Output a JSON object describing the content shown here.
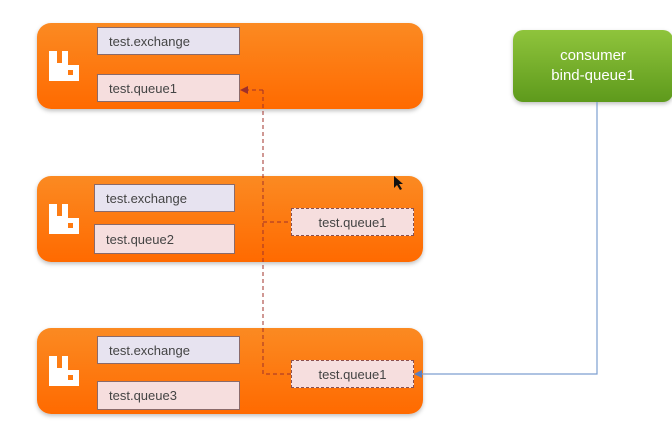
{
  "nodes": [
    {
      "exchange": "test.exchange",
      "queue": "test.queue1"
    },
    {
      "exchange": "test.exchange",
      "queue": "test.queue2",
      "mirror": "test.queue1"
    },
    {
      "exchange": "test.exchange",
      "queue": "test.queue3",
      "mirror": "test.queue1"
    }
  ],
  "consumer": {
    "line1": "consumer",
    "line2": "bind-queue1"
  },
  "colors": {
    "node": "#ff6a00",
    "consumer": "#72ad28",
    "mirror_link": "#a0302a",
    "consumer_link": "#7d9fd0"
  }
}
